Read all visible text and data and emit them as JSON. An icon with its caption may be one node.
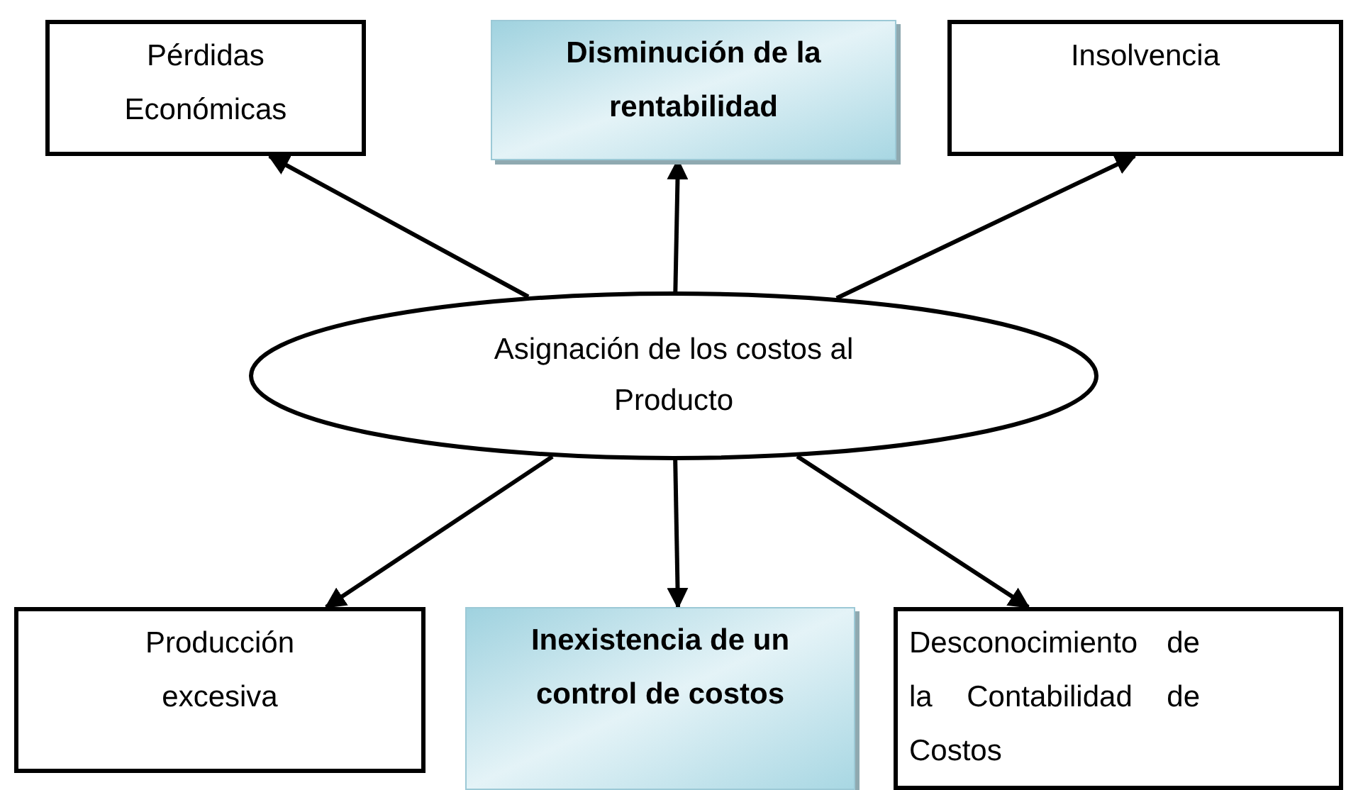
{
  "diagram": {
    "nodes": [
      {
        "text": [
          "Asignación de los costos al Producto"
        ]
      },
      {
        "text": [
          "Pérdidas Económicas"
        ]
      },
      {
        "text": [
          "Disminución de la rentabilidad"
        ]
      },
      {
        "text": [
          "Insolvencia"
        ]
      },
      {
        "text": [
          "Producción excesiva"
        ]
      },
      {
        "text": [
          "Inexistencia de un control de costos"
        ]
      },
      {
        "text": [
          "Desconocimiento de la Contabilidad de Costos"
        ]
      }
    ],
    "edges": [
      {
        "from": 0,
        "to": 1,
        "arrow": "to"
      },
      {
        "from": 0,
        "to": 2,
        "arrow": "to"
      },
      {
        "from": 0,
        "to": 3,
        "arrow": "to"
      },
      {
        "from": 0,
        "to": 4,
        "arrow": "to"
      },
      {
        "from": 0,
        "to": 5,
        "arrow": "to"
      },
      {
        "from": 0,
        "to": 6,
        "arrow": "to"
      }
    ]
  }
}
